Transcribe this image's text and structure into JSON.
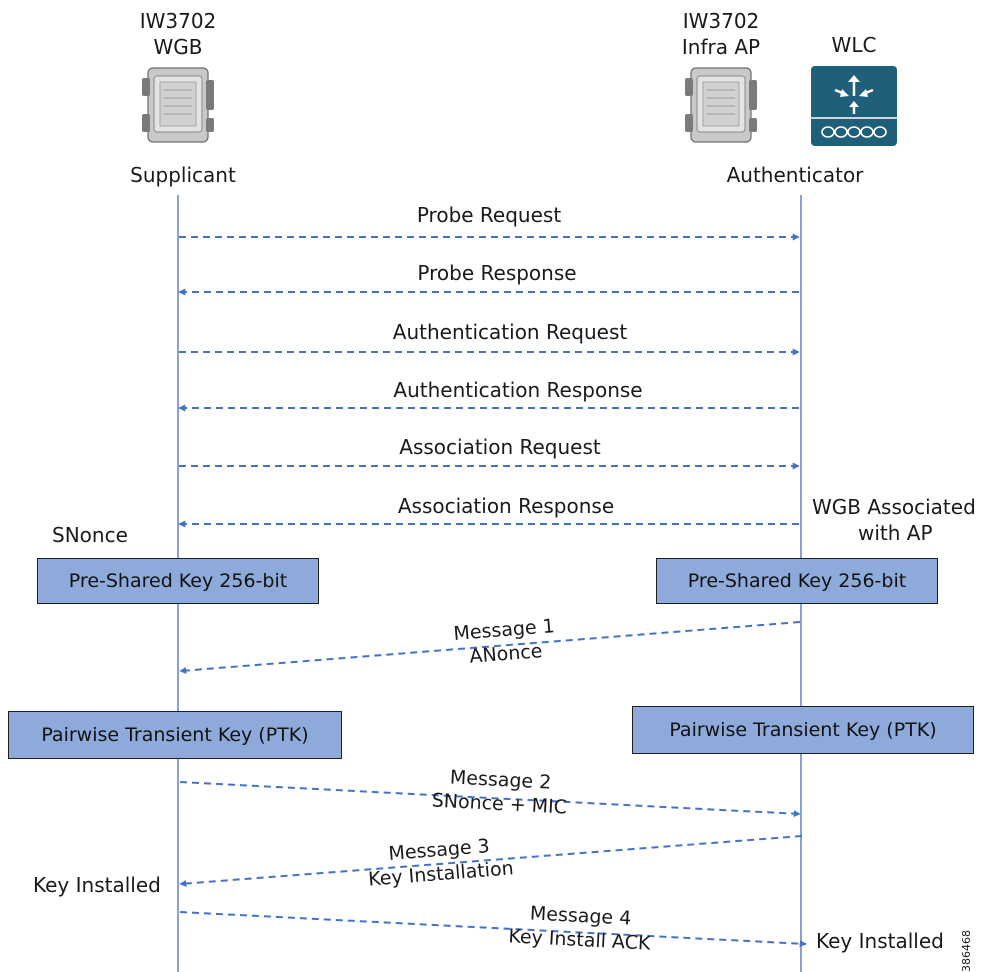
{
  "colors": {
    "arrow": "#4472c4",
    "lifeline": "#4472c4",
    "box_fill": "#8eaadb",
    "wlc_fill": "#1f5f7a"
  },
  "left_node": {
    "model": "IW3702",
    "role": "WGB",
    "icon": "access-point-device-icon",
    "caption": "Supplicant"
  },
  "right_node": {
    "model": "IW3702",
    "role": "Infra AP",
    "icon": "access-point-device-icon",
    "caption": "Authenticator"
  },
  "wlc": {
    "label": "WLC",
    "icon": "wireless-lan-controller-icon"
  },
  "messages": [
    {
      "label": "Probe Request",
      "direction": "right"
    },
    {
      "label": "Probe Response",
      "direction": "left"
    },
    {
      "label": "Authentication Request",
      "direction": "right"
    },
    {
      "label": "Authentication Response",
      "direction": "left"
    },
    {
      "label": "Association Request",
      "direction": "right"
    },
    {
      "label": "Association Response",
      "direction": "left"
    }
  ],
  "notes": {
    "snonce": "SNonce",
    "associated_line1": "WGB Associated",
    "associated_line2": "with AP",
    "left_key_installed": "Key Installed",
    "right_key_installed": "Key Installed"
  },
  "boxes": {
    "psk_left": "Pre-Shared Key 256-bit",
    "psk_right": "Pre-Shared Key 256-bit",
    "ptk_left": "Pairwise Transient Key (PTK)",
    "ptk_right": "Pairwise Transient Key (PTK)"
  },
  "handshake": [
    {
      "title": "Message 1",
      "detail": "ANonce",
      "direction": "left"
    },
    {
      "title": "Message 2",
      "detail": "SNonce + MIC",
      "direction": "right"
    },
    {
      "title": "Message 3",
      "detail": "Key Installation",
      "direction": "left"
    },
    {
      "title": "Message 4",
      "detail": "Key Install ACK",
      "direction": "right"
    }
  ],
  "figure_id": "386468"
}
